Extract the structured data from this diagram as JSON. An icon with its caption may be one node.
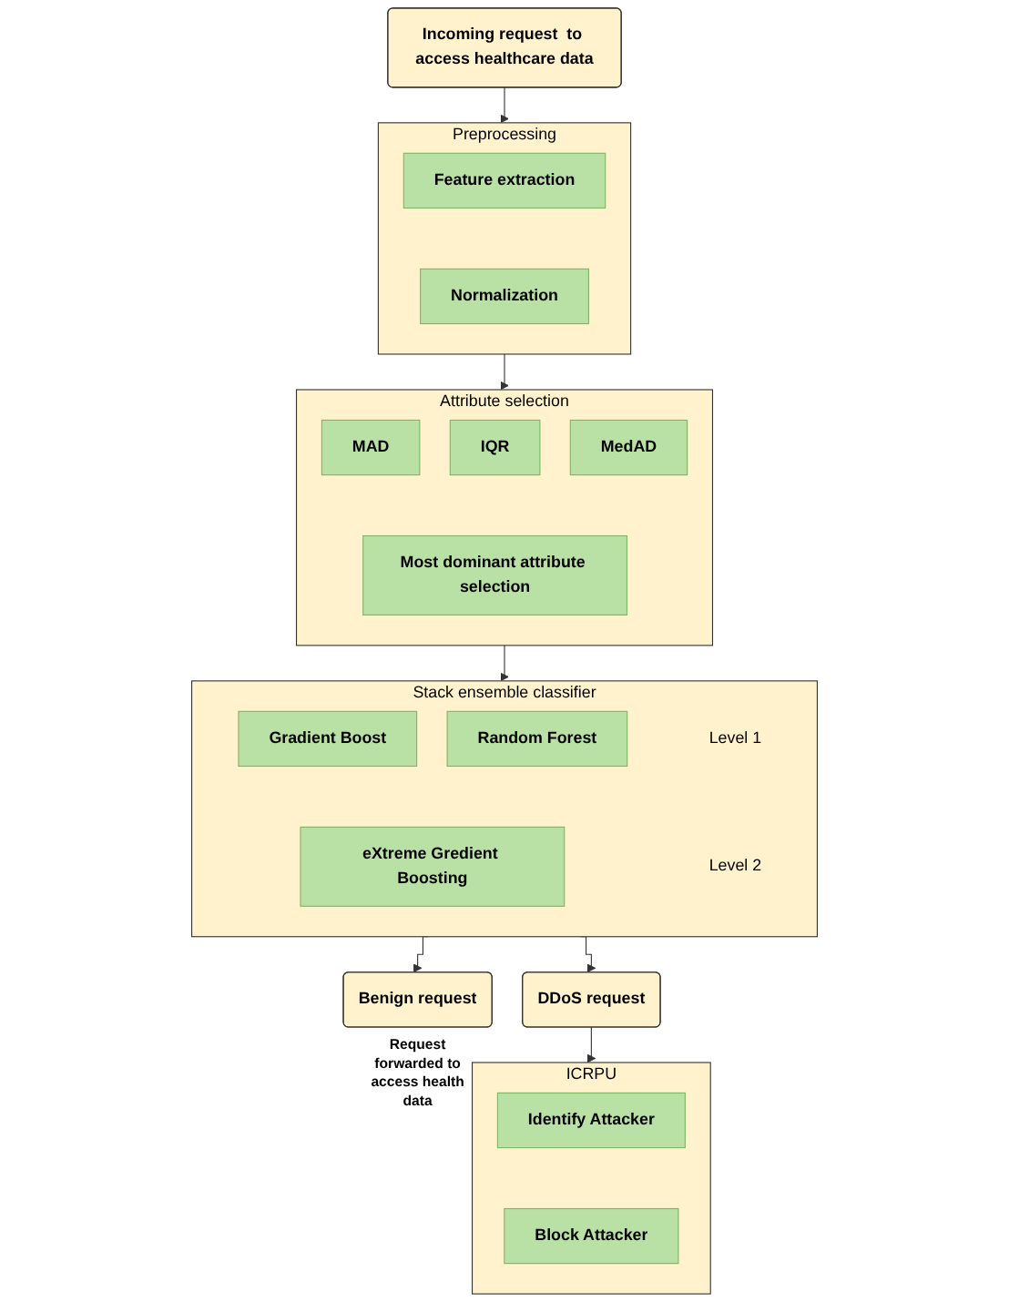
{
  "diagram": {
    "nodes": [
      {
        "text": [
          "Incoming request  to access healthcare data"
        ]
      },
      {
        "text": [
          "Preprocessing"
        ]
      },
      {
        "text": [
          "Feature extraction"
        ],
        "in": 1
      },
      {
        "text": [
          "Normalization"
        ],
        "in": 1
      },
      {
        "text": [
          "Attribute selection"
        ]
      },
      {
        "text": [
          "MAD"
        ],
        "in": 4
      },
      {
        "text": [
          "IQR"
        ],
        "in": 4
      },
      {
        "text": [
          "MedAD"
        ],
        "in": 4
      },
      {
        "text": [
          "Most dominant attribute selection"
        ],
        "in": 4
      },
      {
        "text": [
          "Stack ensemble classifier"
        ]
      },
      {
        "text": [
          "Gradient Boost"
        ],
        "in": 9
      },
      {
        "text": [
          "Random Forest"
        ],
        "in": 9
      },
      {
        "text": [
          "eXtreme Gredient Boosting"
        ],
        "in": 9
      },
      {
        "text": [
          "Benign request"
        ],
        "beside": [
          "Request forwarded to access health data"
        ]
      },
      {
        "text": [
          "DDoS request"
        ]
      },
      {
        "text": [
          "ICRPU"
        ]
      },
      {
        "text": [
          "Identify Attacker"
        ],
        "in": 15
      },
      {
        "text": [
          "Block Attacker"
        ],
        "in": 15
      }
    ],
    "edges": [
      {
        "from": 0,
        "to": 1,
        "arrow": "to"
      },
      {
        "from": 1,
        "to": 4,
        "arrow": "to"
      },
      {
        "from": 4,
        "to": 9,
        "arrow": "to"
      },
      {
        "from": 9,
        "to": 13,
        "arrow": "to"
      },
      {
        "from": 9,
        "to": 14,
        "arrow": "to"
      },
      {
        "from": 14,
        "to": 15,
        "arrow": "to"
      }
    ],
    "labels": [
      "Level 1",
      "Level 2"
    ]
  }
}
